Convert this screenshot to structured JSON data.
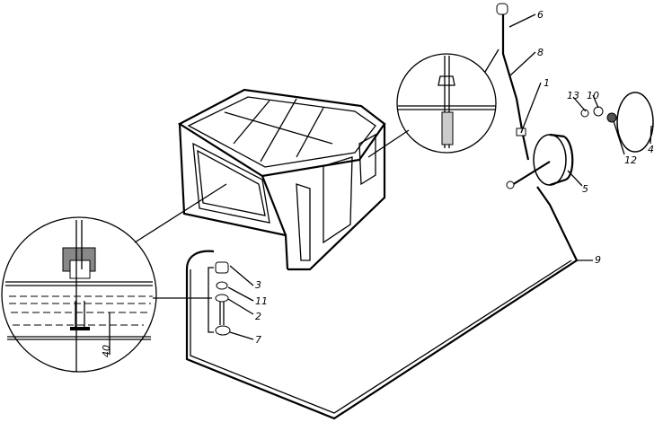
{
  "diagram": {
    "callouts": {
      "l1": "1",
      "l2": "2",
      "l3": "3",
      "l4": "4",
      "l5": "5",
      "l6": "6",
      "l7": "7",
      "l8": "8",
      "l9": "9",
      "l10": "10",
      "l11": "11",
      "l12": "12",
      "l13": "13"
    },
    "dimension": "40",
    "colors": {
      "ink": "#000000",
      "paper": "#ffffff"
    }
  }
}
